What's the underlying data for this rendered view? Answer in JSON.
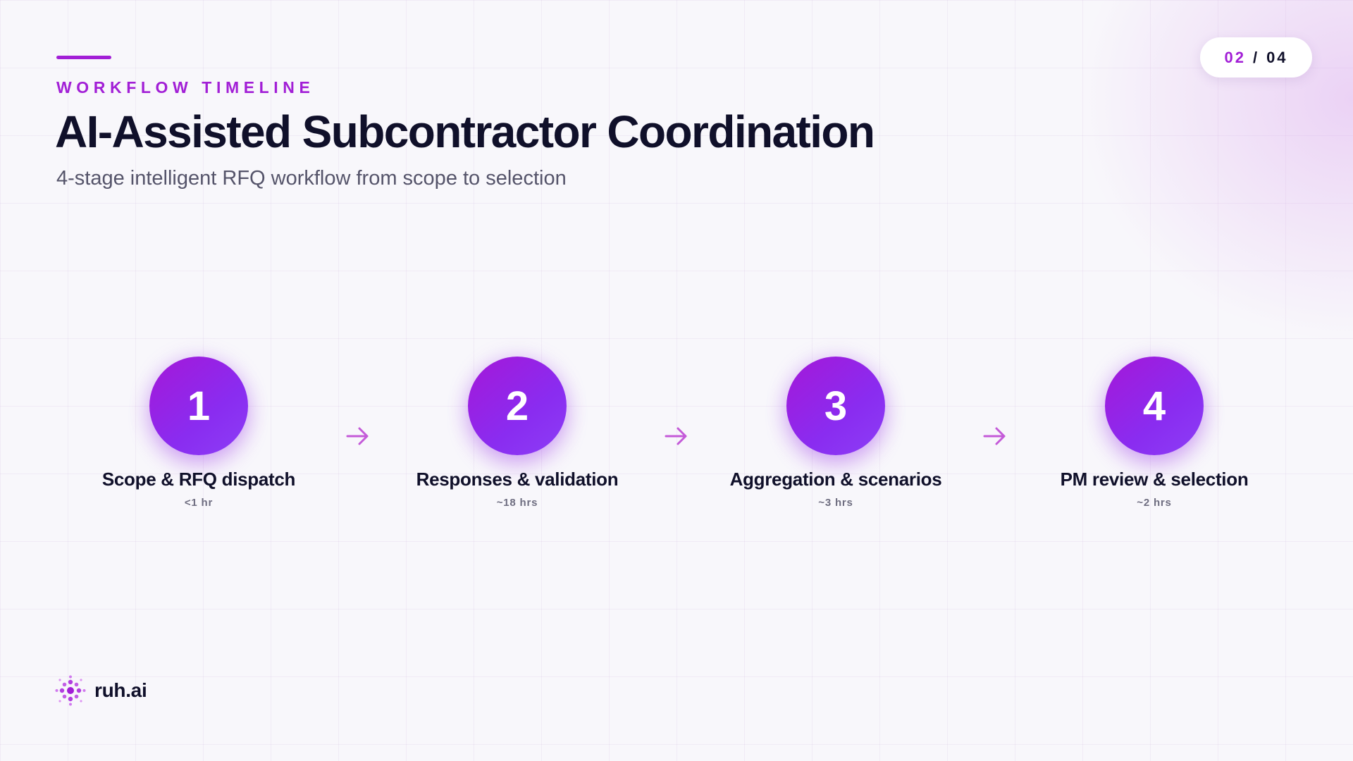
{
  "header": {
    "eyebrow": "WORKFLOW TIMELINE",
    "title": "AI-Assisted Subcontractor Coordination",
    "subtitle": "4-stage intelligent RFQ workflow from scope to selection"
  },
  "pager": {
    "current": "02",
    "separator": "/",
    "total": "04"
  },
  "steps": [
    {
      "number": "1",
      "title": "Scope & RFQ dispatch",
      "duration": "<1 hr"
    },
    {
      "number": "2",
      "title": "Responses & validation",
      "duration": "~18 hrs"
    },
    {
      "number": "3",
      "title": "Aggregation & scenarios",
      "duration": "~3 hrs"
    },
    {
      "number": "4",
      "title": "PM review & selection",
      "duration": "~2 hrs"
    }
  ],
  "brand": {
    "name": "ruh.ai"
  },
  "colors": {
    "accent": "#a21fd6",
    "circle_start": "#a418d8",
    "circle_end": "#8c3ef6",
    "arrow": "#c45ad8",
    "title_text": "#10102a"
  }
}
